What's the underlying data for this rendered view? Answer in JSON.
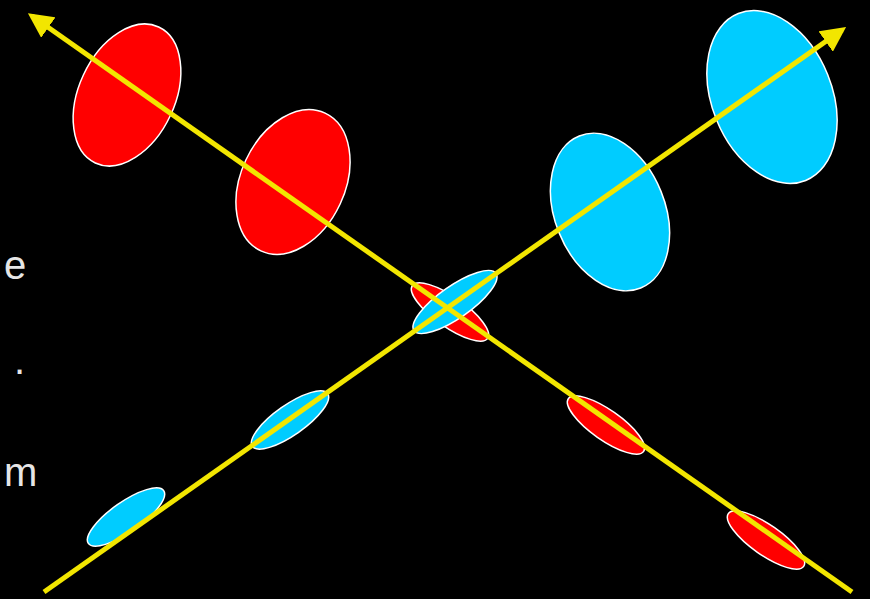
{
  "diagram": {
    "labels": [
      "e",
      ".",
      "m"
    ]
  }
}
